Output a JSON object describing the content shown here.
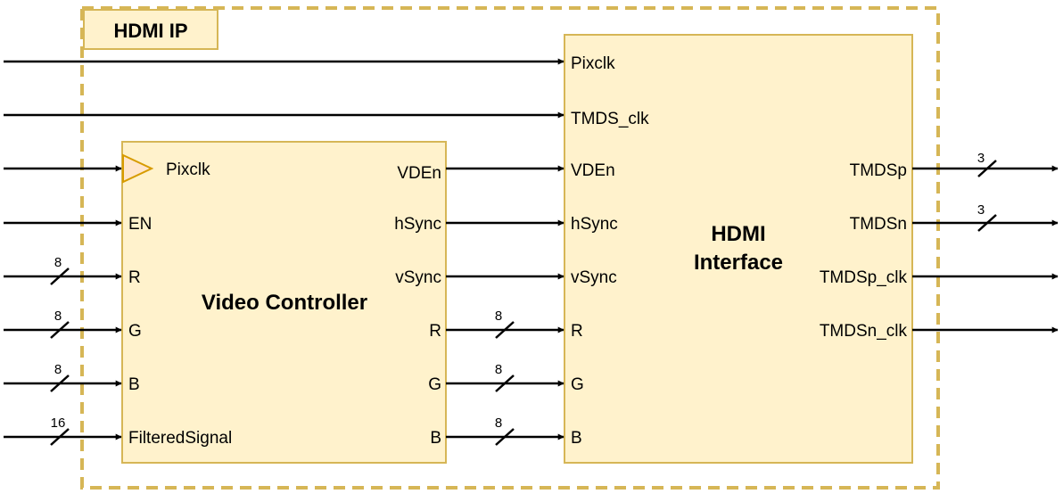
{
  "colors": {
    "block_fill": "#fff2cc",
    "block_border": "#d6b656",
    "clock_triangle_fill": "#ffe6cc",
    "clock_triangle_border": "#d79b00",
    "wire": "#000000"
  },
  "ip": {
    "title": "HDMI IP"
  },
  "video_controller": {
    "title": "Video Controller",
    "inputs": [
      "Pixclk",
      "EN",
      "R",
      "G",
      "B",
      "FilteredSignal"
    ],
    "outputs": [
      "VDEn",
      "hSync",
      "vSync",
      "R",
      "G",
      "B"
    ]
  },
  "hdmi_interface": {
    "title_line1": "HDMI",
    "title_line2": "Interface",
    "inputs": [
      "Pixclk",
      "TMDS_clk",
      "VDEn",
      "hSync",
      "vSync",
      "R",
      "G",
      "B"
    ],
    "outputs": [
      "TMDSp",
      "TMDSn",
      "TMDSp_clk",
      "TMDSn_clk"
    ]
  },
  "bus_widths": {
    "vc_R": "8",
    "vc_G": "8",
    "vc_B": "8",
    "vc_FilteredSignal": "16",
    "hi_R": "8",
    "hi_G": "8",
    "hi_B": "8",
    "TMDSp": "3",
    "TMDSn": "3"
  }
}
